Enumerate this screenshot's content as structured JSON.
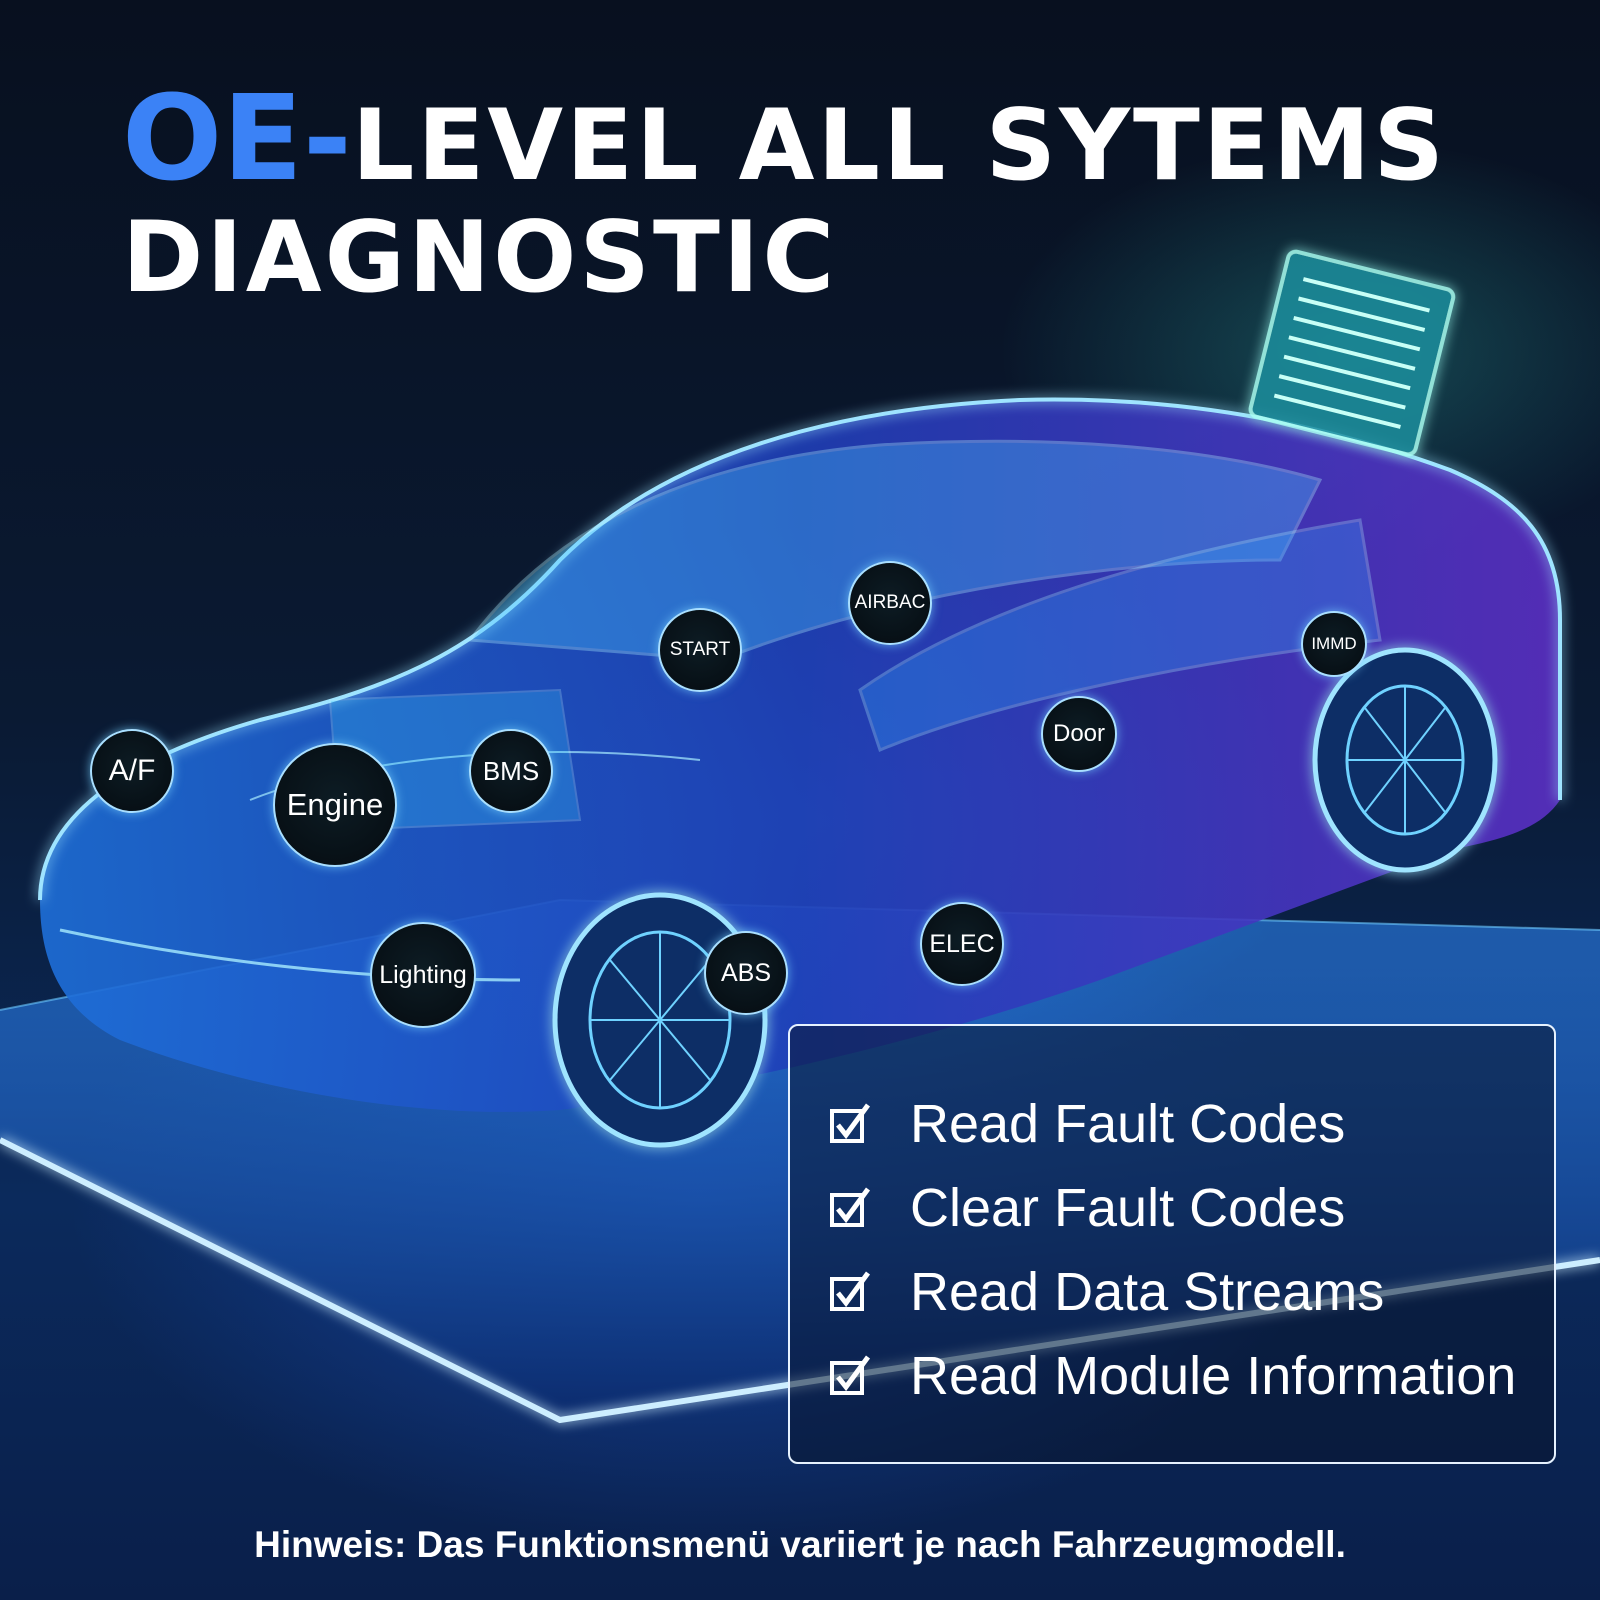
{
  "title": {
    "accent": "OE-",
    "line1_rest": "LEVEL ALL SYTEMS",
    "line2": "DIAGNOSTIC"
  },
  "modules": {
    "af": "A/F",
    "engine": "Engine",
    "bms": "BMS",
    "start": "START",
    "airbag": "AIRBAC",
    "immd": "IMMD",
    "door": "Door",
    "lighting": "Lighting",
    "abs": "ABS",
    "elec": "ELEC"
  },
  "features": [
    "Read Fault Codes",
    "Clear Fault Codes",
    "Read Data Streams",
    "Read Module Information"
  ],
  "note": "Hinweis: Das Funktionsmenü variiert je nach Fahrzeugmodell.",
  "colors": {
    "accent": "#3b82f6",
    "car_glow": "#39c6ff",
    "background": "#071222"
  },
  "icons": {
    "check": "checkbox-checked-icon",
    "scanner": "diagnostic-scanner-icon"
  }
}
